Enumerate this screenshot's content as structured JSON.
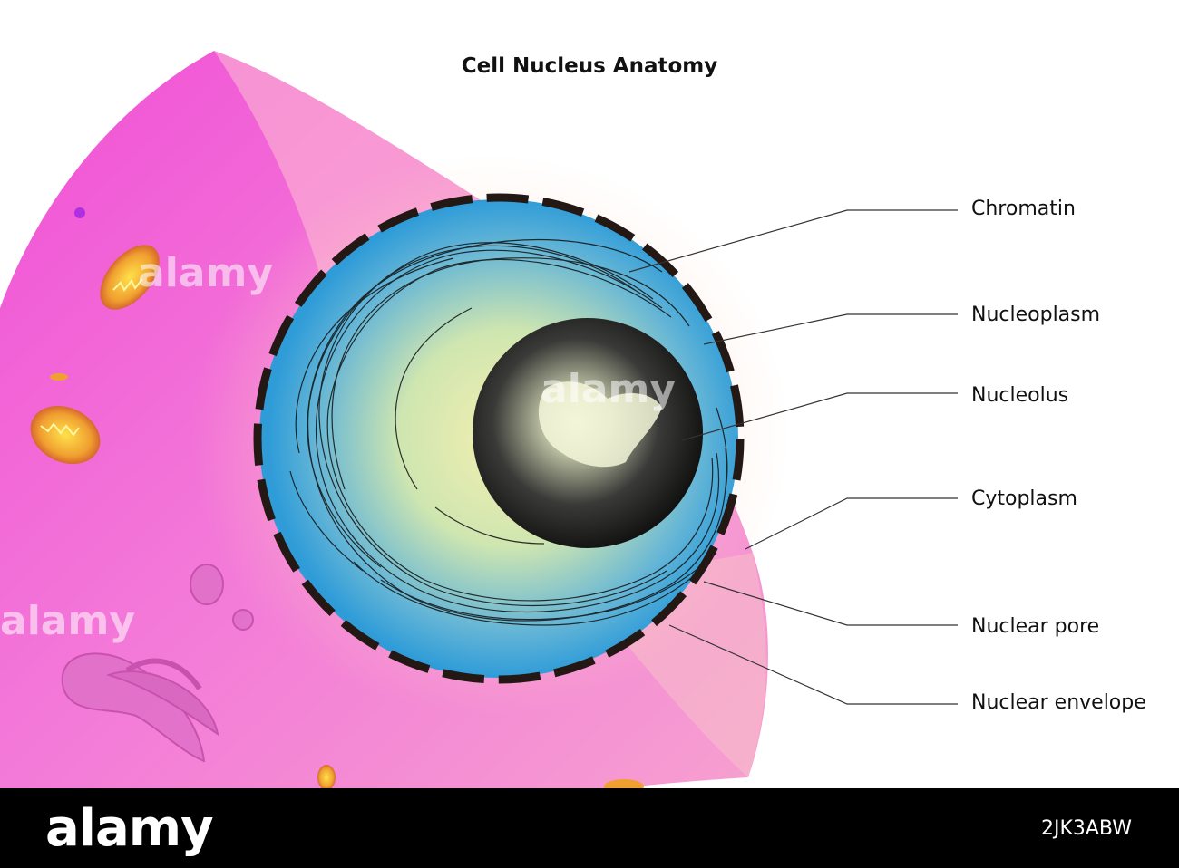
{
  "title": "Cell Nucleus Anatomy",
  "labels": {
    "chromatin": "Chromatin",
    "nucleoplasm": "Nucleoplasm",
    "nucleolus": "Nucleolus",
    "cytoplasm": "Cytoplasm",
    "nuclear_pore": "Nuclear pore",
    "nuclear_envelope": "Nuclear envelope"
  },
  "watermark": {
    "brand": "alamy",
    "stock_id": "2JK3ABW"
  },
  "colors": {
    "cell": "#f06ad8",
    "nucleus_outer": "#3aa4dc",
    "nucleus_inner": "#f4efb0",
    "nucleolus": "#1a1a1a",
    "envelope": "#2a1a14"
  }
}
